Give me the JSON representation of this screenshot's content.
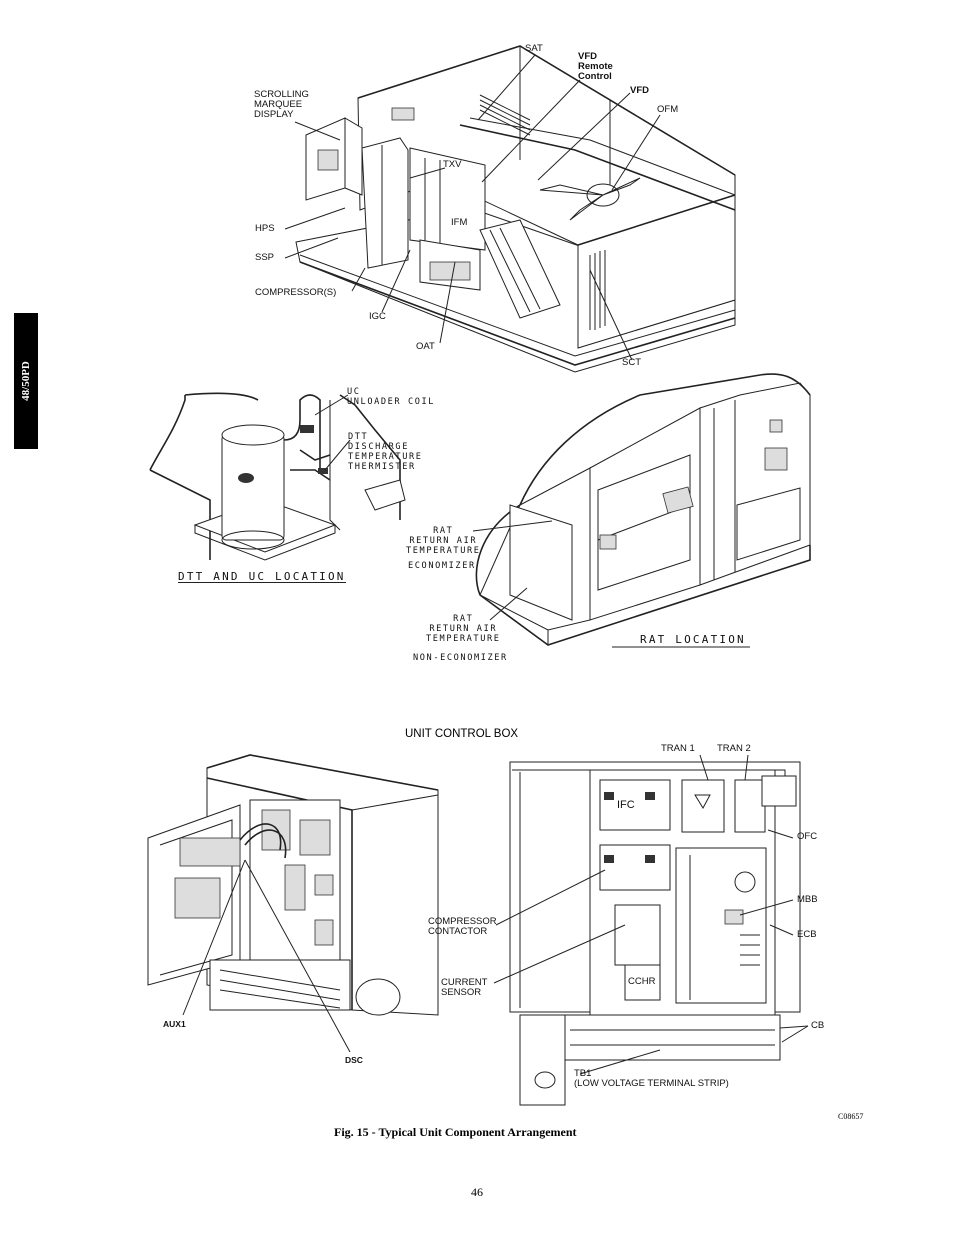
{
  "side_tab": "48/50PD",
  "top_unit": {
    "labels": {
      "sat": "SAT",
      "vfd_remote": "VFD\nRemote\nControl",
      "vfd": "VFD",
      "ofm": "OFM",
      "scrolling": "SCROLLING\nMARQUEE\nDISPLAY",
      "txv": "TXV",
      "hps": "HPS",
      "ssp": "SSP",
      "compressors": "COMPRESSOR(S)",
      "igc": "IGC",
      "oat": "OAT",
      "sct": "SCT",
      "ifm": "IFM"
    }
  },
  "dtt_detail": {
    "uc": "UC\nUNLOADER COIL",
    "dtt": "DTT\nDISCHARGE\nTEMPERATURE\nTHERMISTER",
    "title": "DTT AND UC LOCATION"
  },
  "rat_detail": {
    "rat_econ": "RAT\nRETURN AIR\nTEMPERATURE",
    "economizer": "ECONOMIZER",
    "rat_non": "RAT\nRETURN AIR\nTEMPERATURE",
    "non_economizer": "NON-ECONOMIZER",
    "title": "RAT LOCATION"
  },
  "control_box": {
    "title": "UNIT CONTROL BOX",
    "tran1": "TRAN 1",
    "tran2": "TRAN 2",
    "ifc": "IFC",
    "ofc": "OFC",
    "mbb": "MBB",
    "ecb": "ECB",
    "compressor_contactor": "COMPRESSOR\nCONTACTOR",
    "current_sensor": "CURRENT\nSENSOR",
    "cchr": "CCHR",
    "cb": "CB",
    "tb1": "TB1\n(LOW VOLTAGE TERMINAL STRIP)",
    "aux1": "AUX1",
    "dsc": "DSC"
  },
  "figure_code": "C08657",
  "caption": "Fig. 15 - Typical Unit Component Arrangement",
  "page_number": "46"
}
